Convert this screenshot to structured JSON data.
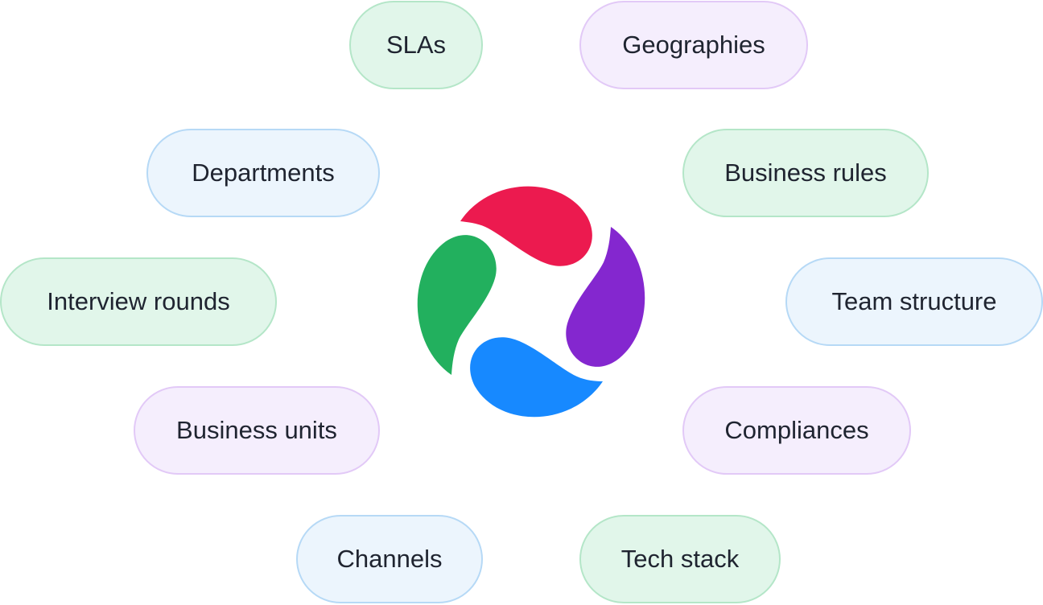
{
  "nodes": {
    "slas": "SLAs",
    "geographies": "Geographies",
    "departments": "Departments",
    "business_rules": "Business rules",
    "interview_rounds": "Interview rounds",
    "team_structure": "Team structure",
    "business_units": "Business units",
    "compliances": "Compliances",
    "channels": "Channels",
    "tech_stack": "Tech stack"
  },
  "colors": {
    "green_fill": "#e1f6ea",
    "purple_fill": "#f5eefd",
    "blue_fill": "#ecf5fd",
    "logo_red": "#ec1a4f",
    "logo_purple": "#8427cf",
    "logo_green": "#22b05e",
    "logo_blue": "#1789ff"
  },
  "logo": {
    "icon": "four-petal-pinwheel-logo"
  }
}
